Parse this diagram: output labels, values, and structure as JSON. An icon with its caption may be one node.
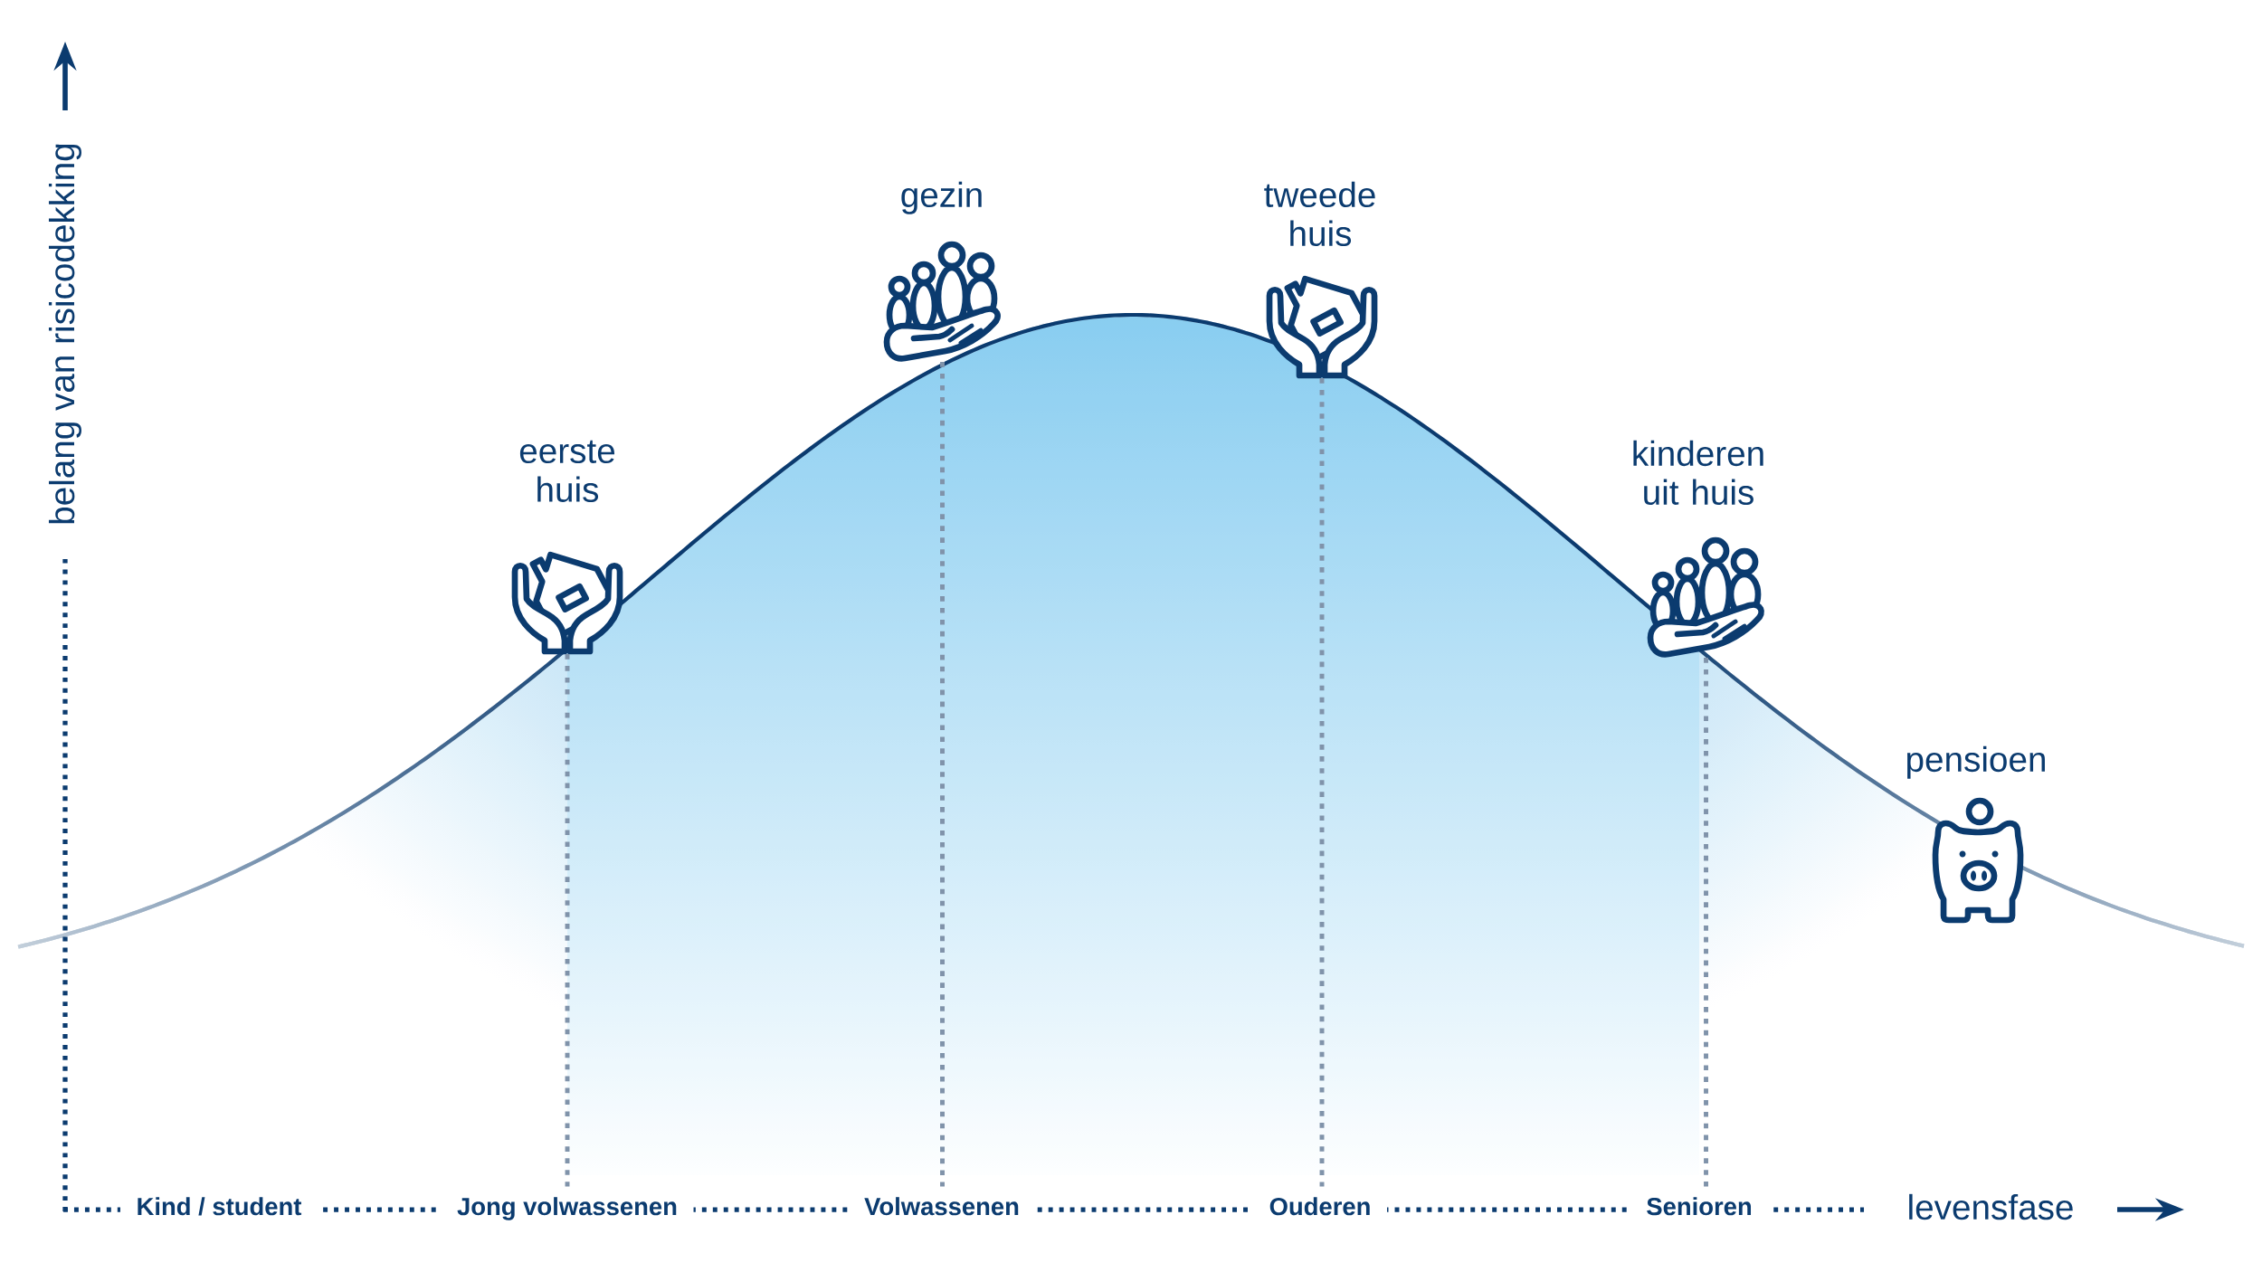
{
  "diagram": {
    "nodes": [
      {
        "text": [
          "eerste huis"
        ]
      },
      {
        "text": [
          "gezin"
        ]
      },
      {
        "text": [
          "tweede huis"
        ]
      },
      {
        "text": [
          "kinderen uit huis"
        ]
      },
      {
        "text": [
          "pensioen"
        ]
      },
      {
        "text": [
          "Kind / student"
        ]
      },
      {
        "text": [
          "Jong volwassenen"
        ]
      },
      {
        "text": [
          "Volwassenen"
        ]
      },
      {
        "text": [
          "Ouderen"
        ]
      },
      {
        "text": [
          "Senioren"
        ]
      }
    ],
    "edges": [
      {
        "from": 0,
        "to": 6,
        "arrow": "none",
        "style": "dashed"
      },
      {
        "from": 1,
        "to": 7,
        "arrow": "none",
        "style": "dashed"
      },
      {
        "from": 2,
        "to": 8,
        "arrow": "none",
        "style": "dashed"
      },
      {
        "from": 3,
        "to": 9,
        "arrow": "none",
        "style": "dashed"
      }
    ],
    "labels": [
      "belang van risicodekking",
      "levensfase"
    ]
  }
}
